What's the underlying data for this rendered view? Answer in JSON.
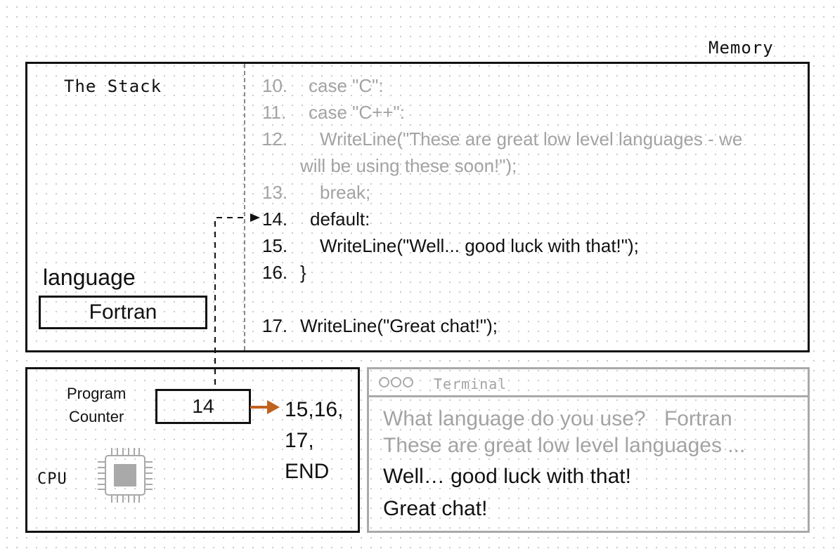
{
  "memory": {
    "label": "Memory",
    "stack_label": "The Stack",
    "variable": {
      "name": "language",
      "value": "Fortran"
    }
  },
  "code": {
    "lines": [
      {
        "num": "10.",
        "text": "case \"C\":",
        "state": "past"
      },
      {
        "num": "11.",
        "text": "case \"C++\":",
        "state": "past"
      },
      {
        "num": "12.",
        "text": "WriteLine(\"These are great low level languages - we",
        "cont": "will be using these soon!\");",
        "state": "past"
      },
      {
        "num": "13.",
        "text": "break;",
        "state": "past"
      },
      {
        "num": "14.",
        "text": "default:",
        "state": "current"
      },
      {
        "num": "15.",
        "text": "WriteLine(\"Well... good luck with that!\");",
        "state": "upcoming"
      },
      {
        "num": "16.",
        "text": "}",
        "state": "upcoming"
      },
      {
        "num": "17.",
        "text": "WriteLine(\"Great chat!\");",
        "state": "upcoming"
      }
    ]
  },
  "cpu": {
    "label": "CPU",
    "pc_label_line1": "Program",
    "pc_label_line2": "Counter",
    "pc_value": "14",
    "next_line1": "15,16,",
    "next_line2": "17,",
    "next_line3": "END"
  },
  "terminal": {
    "title": "Terminal",
    "lines": [
      {
        "text": "What language do you use?",
        "extra": "Fortran",
        "state": "past"
      },
      {
        "text": "These are great low level languages ...",
        "state": "past"
      },
      {
        "text": "Well… good luck with that!",
        "state": "current"
      },
      {
        "text": "Great chat!",
        "state": "current"
      }
    ]
  },
  "colors": {
    "ink": "#111111",
    "dim": "#a3a3a3",
    "arrow": "#c0621f"
  }
}
